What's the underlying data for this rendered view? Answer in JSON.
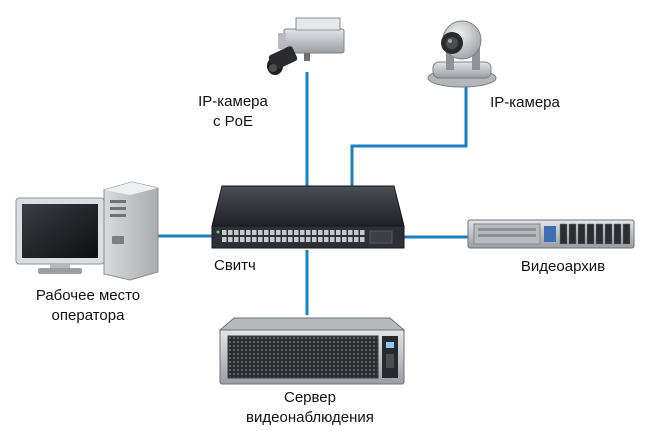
{
  "labels": {
    "ipcam_poe": [
      "IP-камера",
      "с PoE"
    ],
    "ipcam": "IP-камера",
    "switch": "Свитч",
    "archive": "Видеоархив",
    "workstation": [
      "Рабочее место",
      "оператора"
    ],
    "server": [
      "Сервер",
      "видеонаблюдения"
    ]
  },
  "colors": {
    "link": "#1a7fc0",
    "switch_body": "#2b2e33",
    "device_metal": "#c9cbce",
    "device_dark": "#1e2024"
  }
}
